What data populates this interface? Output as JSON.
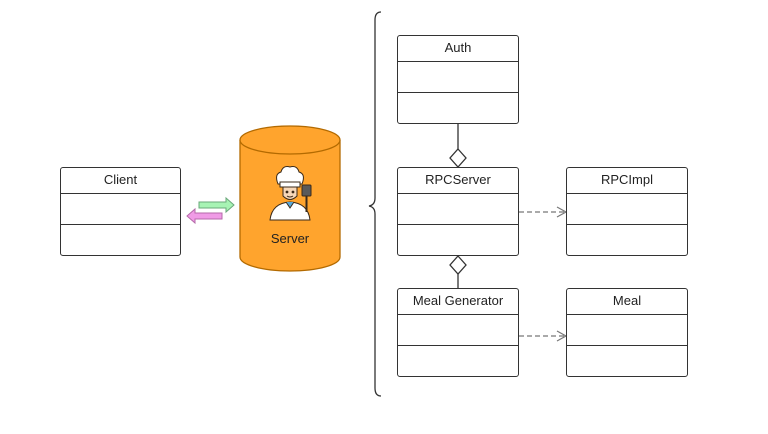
{
  "classes": {
    "client": {
      "name": "Client"
    },
    "auth": {
      "name": "Auth"
    },
    "rpcserver": {
      "name": "RPCServer"
    },
    "rpcimpl": {
      "name": "RPCImpl"
    },
    "meal_generator": {
      "name": "Meal Generator"
    },
    "meal": {
      "name": "Meal"
    }
  },
  "server": {
    "label": "Server",
    "icon": "chef-icon"
  },
  "colors": {
    "server_fill": "#FFA42D",
    "server_stroke": "#B36A00",
    "arrow_right": "#A7F3B4",
    "arrow_left": "#F09BE6",
    "line": "#333333",
    "dashed": "#777777"
  }
}
